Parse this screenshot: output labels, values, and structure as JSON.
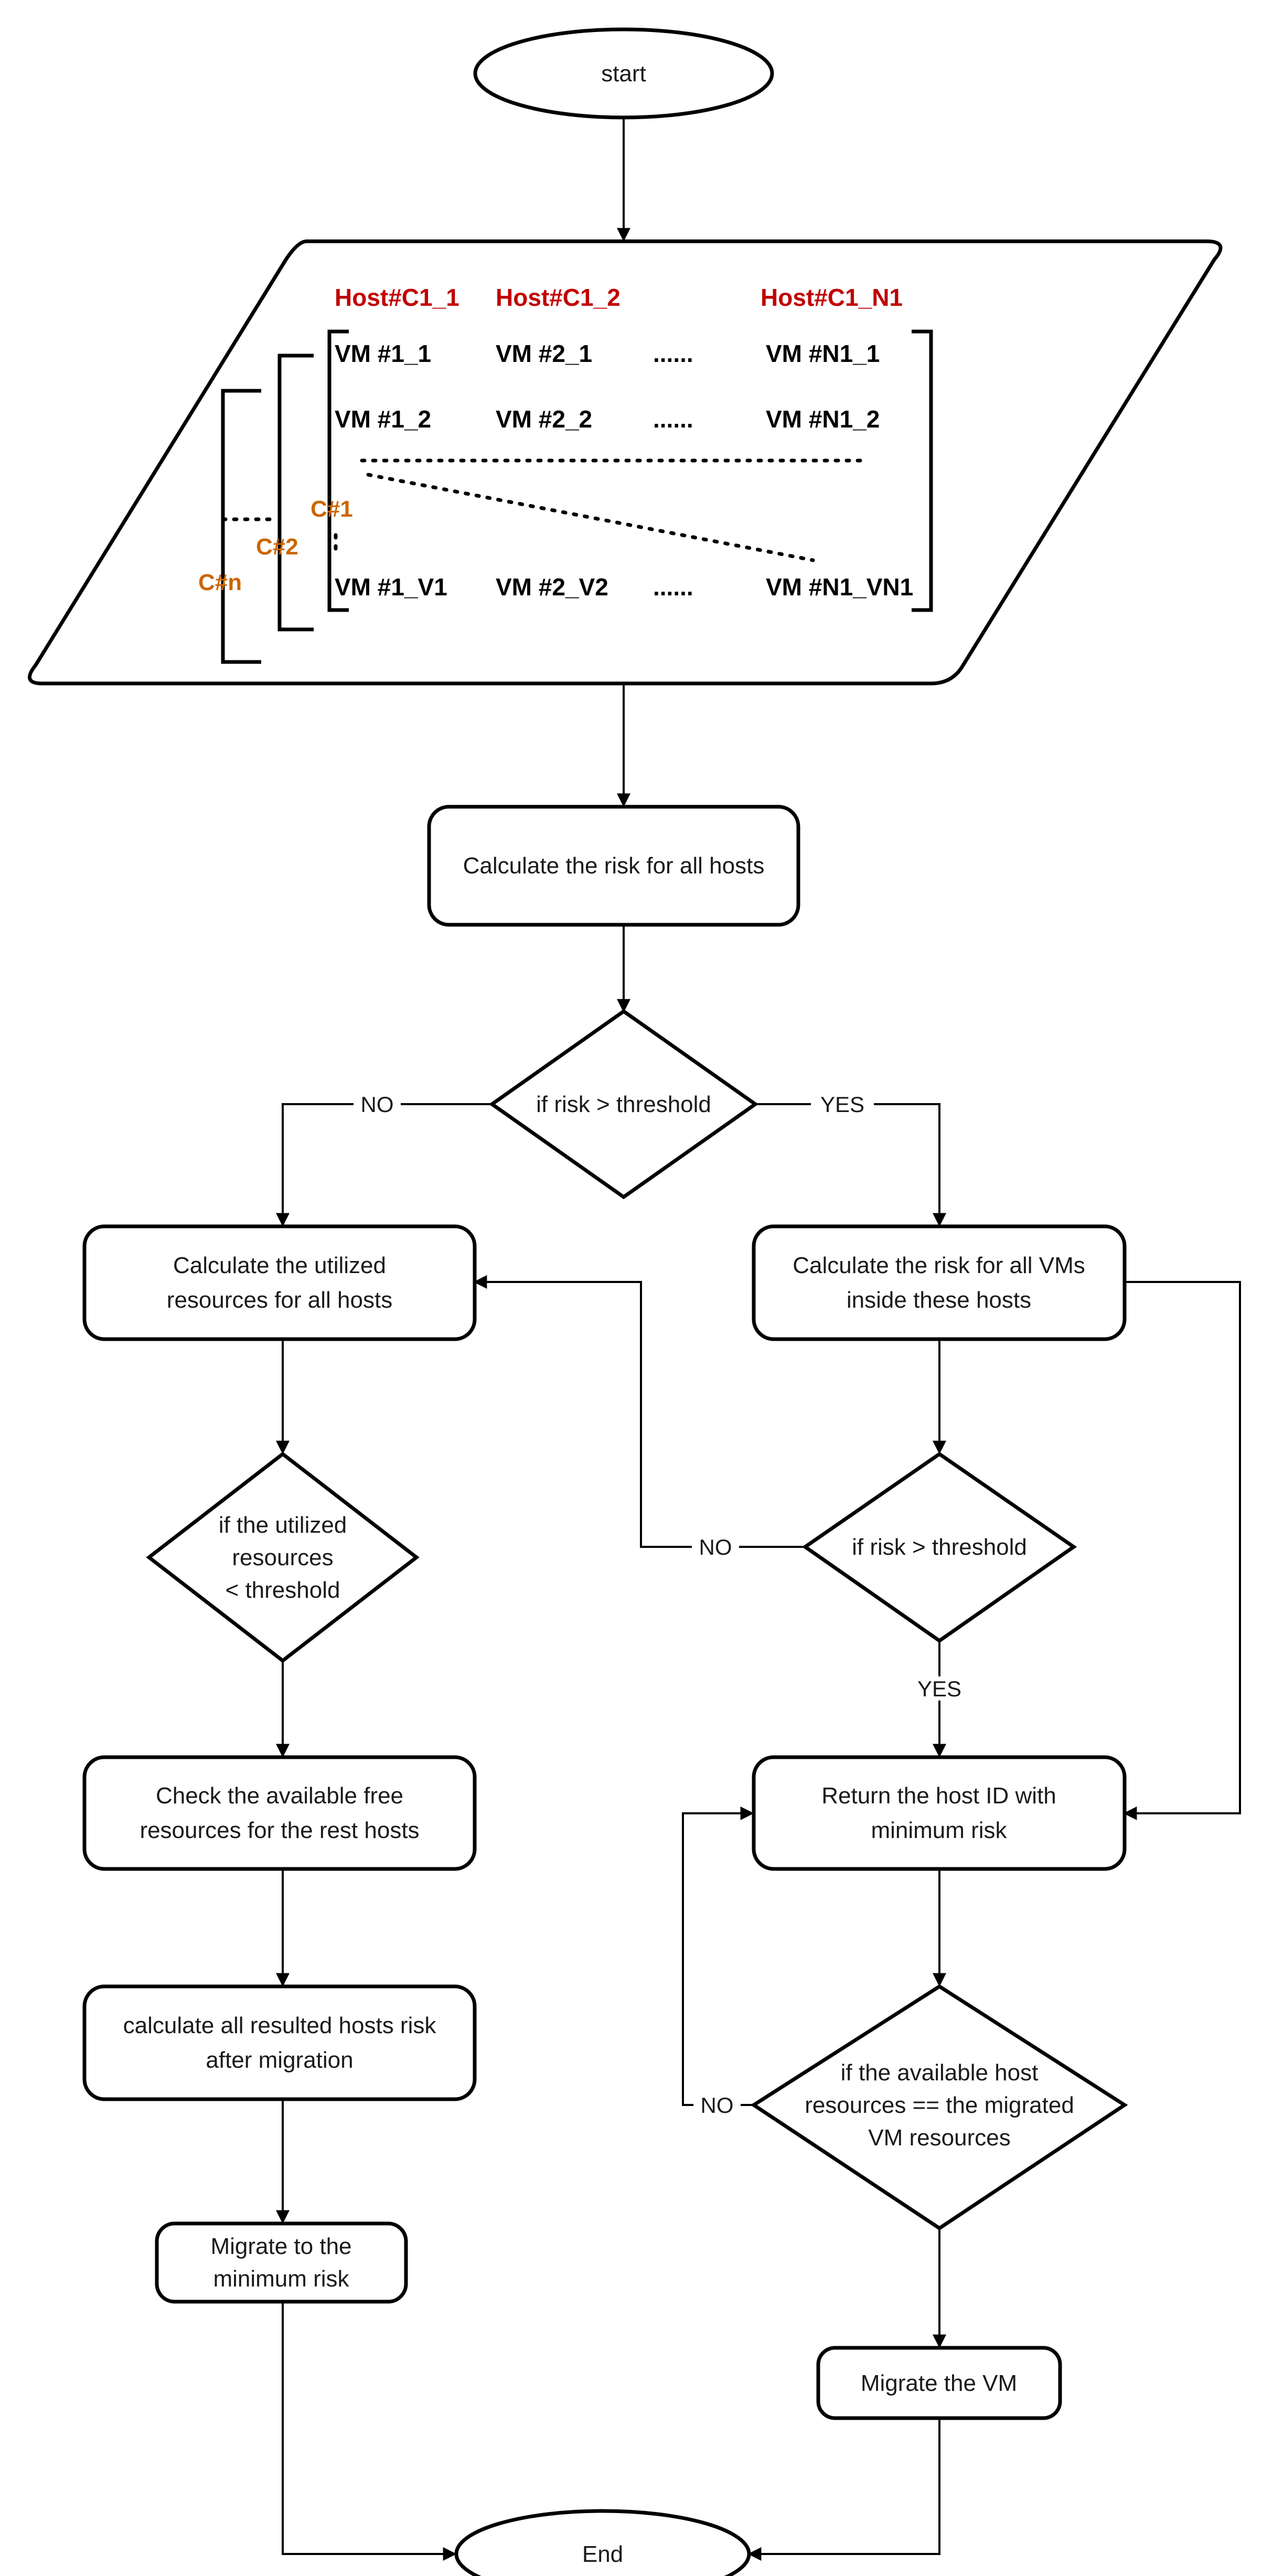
{
  "nodes": {
    "start": "start",
    "calc_risk_hosts": [
      "Calculate the risk for all hosts"
    ],
    "cond_risk_host": [
      "if risk > threshold"
    ],
    "calc_utilized": [
      "Calculate the utilized",
      "resources for all hosts"
    ],
    "calc_risk_vms": [
      "Calculate the risk for all VMs",
      "inside these hosts"
    ],
    "cond_utilized": [
      "if the utilized",
      "resources",
      "< threshold"
    ],
    "cond_risk_vm": [
      "if risk > threshold"
    ],
    "check_free": [
      "Check the available free",
      "resources for the rest hosts"
    ],
    "return_host": [
      "Return the host ID with",
      "minimum risk"
    ],
    "calc_after_migration": [
      "calculate all resulted hosts risk",
      "after migration"
    ],
    "cond_available": [
      "if the available host",
      "resources == the migrated",
      "VM resources"
    ],
    "migrate_min_risk": [
      "Migrate to the",
      "minimum risk"
    ],
    "migrate_vm": [
      "Migrate the VM"
    ],
    "end": "End"
  },
  "edge_labels": {
    "no_1": "NO",
    "yes_1": "YES",
    "no_2": "NO",
    "yes_2": "YES",
    "no_3": "NO"
  },
  "input": {
    "hosts": [
      "Host#C1_1",
      "Host#C1_2",
      "Host#C1_N1"
    ],
    "row1": [
      "VM #1_1",
      "VM #2_1",
      "......",
      "VM #N1_1"
    ],
    "row2": [
      "VM #1_2",
      "VM #2_2",
      "......",
      "VM #N1_2"
    ],
    "row3": [
      "VM #1_V1",
      "VM #2_V2",
      "......",
      "VM #N1_VN1"
    ],
    "clusters": [
      "C#1",
      "C#2",
      "C#n"
    ]
  },
  "colors": {
    "host_label": "#c00000",
    "cluster_label": "#cc6600",
    "stroke": "#000000"
  }
}
